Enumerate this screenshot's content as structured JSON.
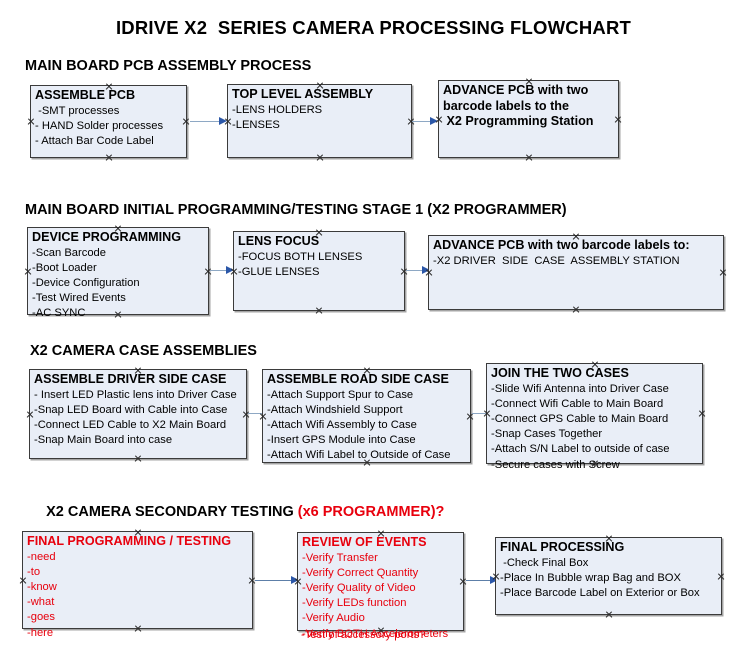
{
  "title": "IDRIVE X2  SERIES CAMERA PROCESSING FLOWCHART",
  "colors": {
    "box_fill": "#e9eef7",
    "box_border": "#3b3b3b",
    "red_text": "#e8000d",
    "arrow_shaft": "#8ea8c4",
    "arrow_head": "#2b57a8",
    "text": "#000000"
  },
  "sections": [
    {
      "header": "MAIN BOARD PCB ASSEMBLY PROCESS",
      "header_red": "",
      "boxes": [
        {
          "title": "ASSEMBLE PCB",
          "lines": [
            " -SMT processes",
            "- HAND Solder processes",
            "- Attach Bar Code Label"
          ]
        },
        {
          "title": "TOP LEVEL ASSEMBLY",
          "lines": [
            "-LENS HOLDERS",
            "-LENSES"
          ]
        },
        {
          "title": "ADVANCE PCB with two",
          "lines": [
            "barcode labels to the",
            " X2 Programming Station"
          ]
        }
      ]
    },
    {
      "header": "MAIN BOARD INITIAL PROGRAMMING/TESTING STAGE 1 (X2 PROGRAMMER)",
      "header_red": "",
      "boxes": [
        {
          "title": "DEVICE PROGRAMMING",
          "lines": [
            "-Scan Barcode",
            "-Boot Loader",
            "-Device Configuration",
            "-Test Wired Events",
            "-AC SYNC"
          ]
        },
        {
          "title": "LENS FOCUS",
          "lines": [
            "-FOCUS BOTH LENSES",
            "-GLUE LENSES"
          ]
        },
        {
          "title": "ADVANCE PCB with two barcode labels to:",
          "lines": [
            "-X2 DRIVER  SIDE  CASE  ASSEMBLY STATION"
          ]
        }
      ]
    },
    {
      "header": "X2 CAMERA CASE ASSEMBLIES",
      "header_red": "",
      "boxes": [
        {
          "title": "ASSEMBLE DRIVER SIDE CASE",
          "lines": [
            "- Insert LED Plastic lens into Driver Case",
            "-Snap LED Board with Cable into Case",
            "-Connect LED Cable to X2 Main Board",
            "-Snap Main Board into case"
          ]
        },
        {
          "title": "ASSEMBLE ROAD SIDE CASE",
          "lines": [
            "-Attach Support Spur to Case",
            "-Attach Windshield Support",
            "-Attach Wifi Assembly to Case",
            "-Insert GPS Module into Case",
            "-Attach Wifi Label to Outside of Case"
          ]
        },
        {
          "title": "JOIN THE TWO CASES",
          "lines": [
            "-Slide Wifi Antenna into Driver Case",
            "-Connect Wifi Cable to Main Board",
            "-Connect GPS Cable to Main Board",
            "-Snap Cases Together",
            "-Attach S/N Label to outside of case",
            "-Secure cases with Screw"
          ]
        }
      ]
    },
    {
      "header": "X2 CAMERA SECONDARY TESTING ",
      "header_red": "(x6 PROGRAMMER)?",
      "boxes": [
        {
          "title": "FINAL PROGRAMMING / TESTING",
          "lines": [
            "-need",
            "-to",
            "-know",
            "-what",
            "-goes",
            "-here"
          ]
        },
        {
          "title": "REVIEW OF EVENTS",
          "lines": [
            "-Verify Transfer",
            "-Verify Correct Quantity",
            "-Verify Quality of Video",
            "-Verify LEDs function",
            "-Verify Audio",
            "-Verify BOTH Accelerometers"
          ],
          "overflow_line": "-Test of accessory ports?"
        },
        {
          "title": "FINAL PROCESSING",
          "lines": [
            " -Check Final Box",
            "-Place In Bubble wrap Bag and BOX",
            "-Place Barcode Label on Exterior or Box"
          ]
        }
      ]
    }
  ]
}
